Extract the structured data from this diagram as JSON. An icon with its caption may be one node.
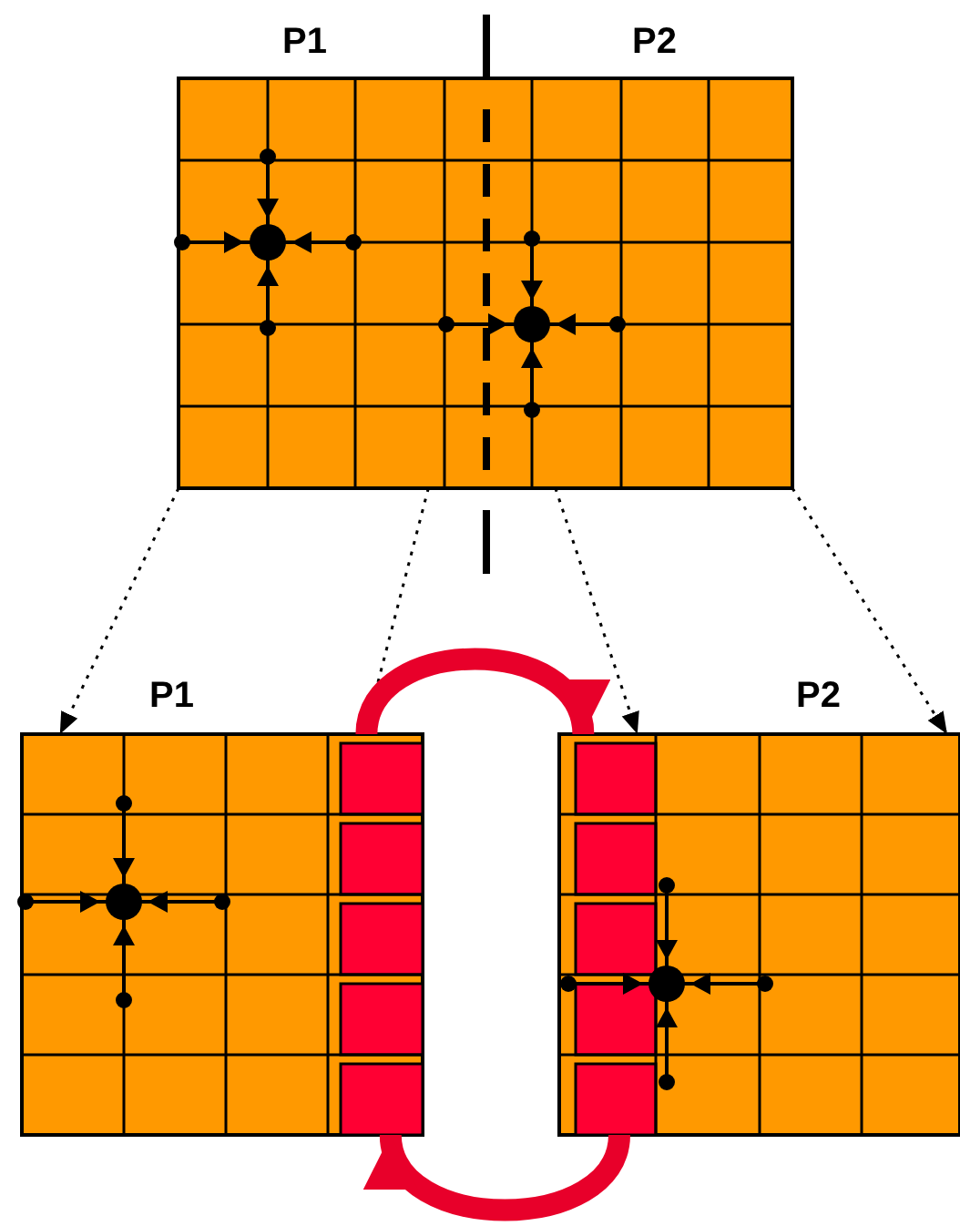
{
  "diagram": {
    "nodes": [
      {
        "text": [],
        "shape": "box"
      },
      {
        "text": [
          "P1"
        ]
      },
      {
        "text": [
          "P2"
        ]
      }
    ],
    "edges": [
      {
        "from": 0,
        "to": 1,
        "arrow": "to",
        "style": "dashed"
      },
      {
        "from": 0,
        "to": 1,
        "arrow": "to",
        "style": "dashed"
      },
      {
        "from": 0,
        "to": 2,
        "arrow": "to",
        "style": "dashed"
      },
      {
        "from": 0,
        "to": 2,
        "arrow": "to",
        "style": "dashed"
      },
      {
        "from": 1,
        "to": 2,
        "arrow": "to",
        "style": "thick",
        "color": "#e8002a"
      },
      {
        "from": 2,
        "to": 1,
        "arrow": "to",
        "style": "thick",
        "color": "#e8002a"
      }
    ],
    "labels": [
      "P1",
      "P2"
    ]
  }
}
